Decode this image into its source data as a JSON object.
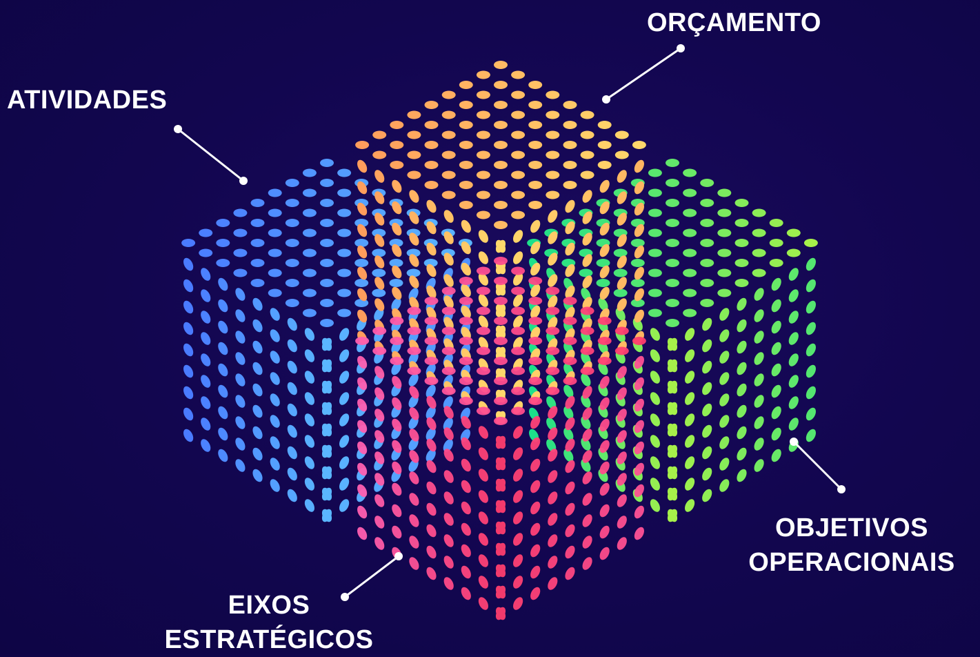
{
  "labels": {
    "orcamento": "ORÇAMENTO",
    "atividades": "ATIVIDADES",
    "objetivos_line1": "OBJETIVOS",
    "objetivos_line2": "OPERACIONAIS",
    "eixos_line1": "EIXOS",
    "eixos_line2": "ESTRATÉGICOS"
  },
  "cubes": [
    {
      "name": "orcamento-cube",
      "color_start": "#ff9d5c",
      "color_end": "#ffd86b"
    },
    {
      "name": "atividades-cube",
      "color_start": "#4a7bff",
      "color_end": "#5ab6ff"
    },
    {
      "name": "objetivos-cube",
      "color_start": "#1de08a",
      "color_end": "#a6f04a"
    },
    {
      "name": "eixos-cube",
      "color_start": "#ff5fb0",
      "color_end": "#ff3d6e"
    }
  ],
  "colors": {
    "background": "#12064f",
    "text": "#ffffff",
    "leader_line": "#ffffff"
  }
}
